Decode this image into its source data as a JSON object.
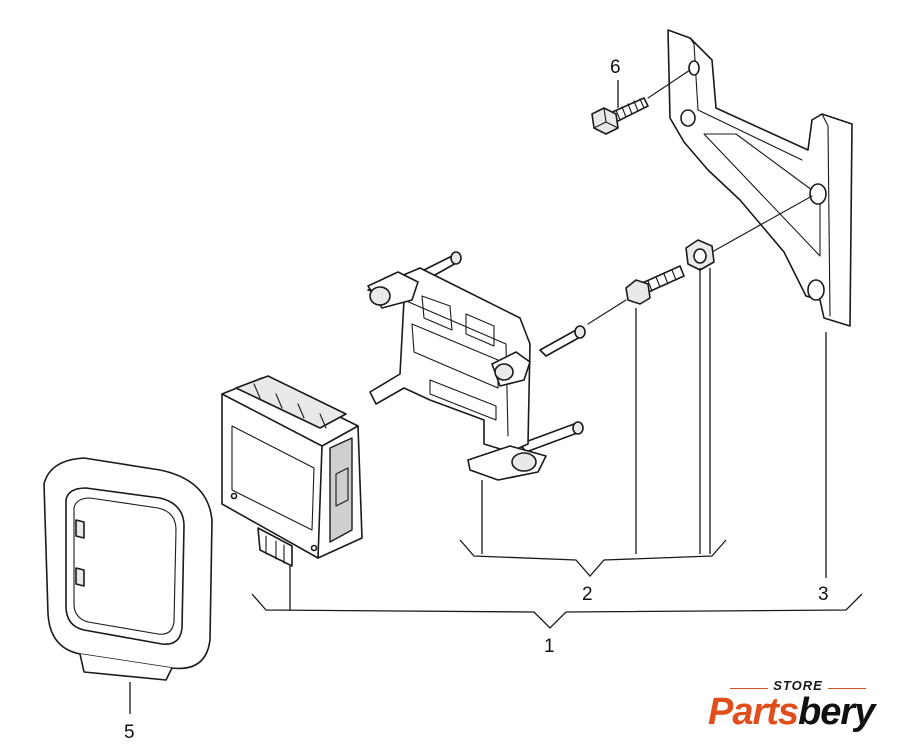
{
  "callouts": [
    {
      "id": "1",
      "label": "1"
    },
    {
      "id": "2",
      "label": "2"
    },
    {
      "id": "3",
      "label": "3"
    },
    {
      "id": "5",
      "label": "5"
    },
    {
      "id": "6",
      "label": "6"
    }
  ],
  "logo": {
    "store": "STORE",
    "word_part1": "Parts",
    "word_part2": "bery",
    "accent_color": "#e04e1b",
    "dark_color": "#111111"
  }
}
